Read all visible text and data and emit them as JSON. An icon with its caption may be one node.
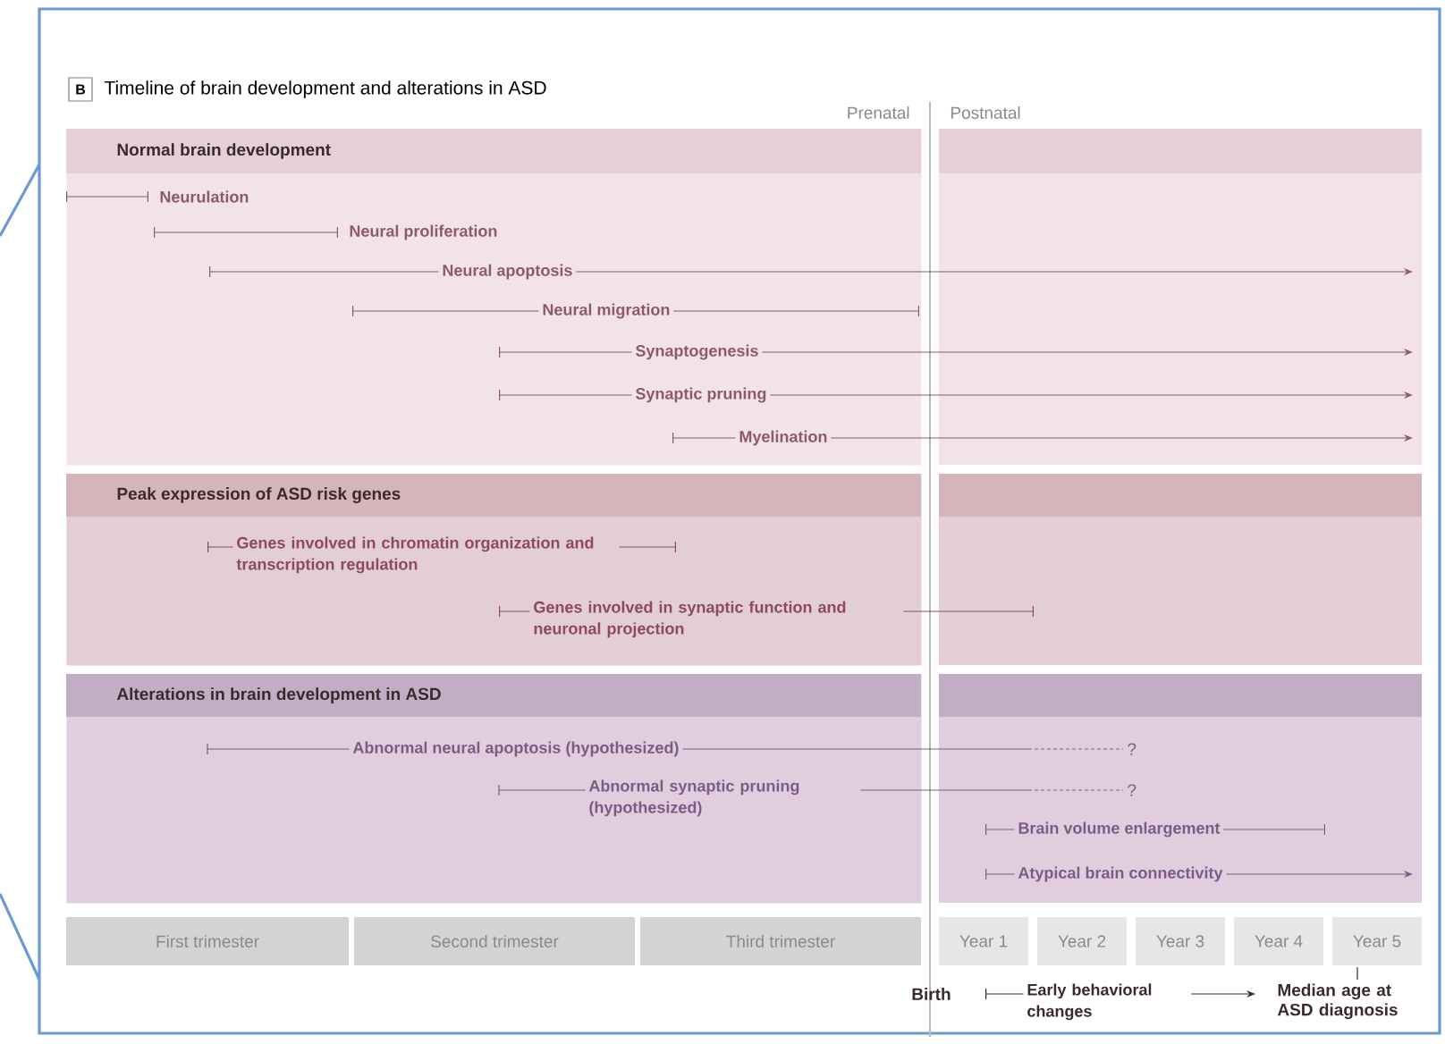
{
  "diagram": {
    "title": "Timeline of brain development and alterations in ASD",
    "nodes": [
      {
        "text": [
          "Normal brain development"
        ]
      },
      {
        "text": [
          "Peak expression of ASD risk genes"
        ]
      },
      {
        "text": [
          "Alterations in brain development in ASD"
        ]
      },
      {
        "text": [
          "First trimester"
        ]
      },
      {
        "text": [
          "Second trimester"
        ]
      },
      {
        "text": [
          "Third trimester"
        ]
      },
      {
        "text": [
          "Year 1"
        ]
      },
      {
        "text": [
          "Year 2"
        ]
      },
      {
        "text": [
          "Year 3"
        ]
      },
      {
        "text": [
          "Year 4"
        ]
      },
      {
        "text": [
          "Year 5"
        ]
      }
    ],
    "labels": [
      "B",
      "Prenatal",
      "Postnatal",
      "Neurulation",
      "Neural proliferation",
      "Neural apoptosis",
      "Neural migration",
      "Synaptogenesis",
      "Synaptic pruning",
      "Myelination",
      "Genes involved in chromatin organization and transcription regulation",
      "Genes involved in synaptic function and neuronal projection",
      "Abnormal neural apoptosis (hypothesized)",
      "?",
      "Abnormal synaptic pruning (hypothesized)",
      "?",
      "Brain volume enlargement",
      "Atypical brain connectivity",
      "Birth",
      "Early behavioral changes",
      "Median age at ASD diagnosis"
    ]
  }
}
